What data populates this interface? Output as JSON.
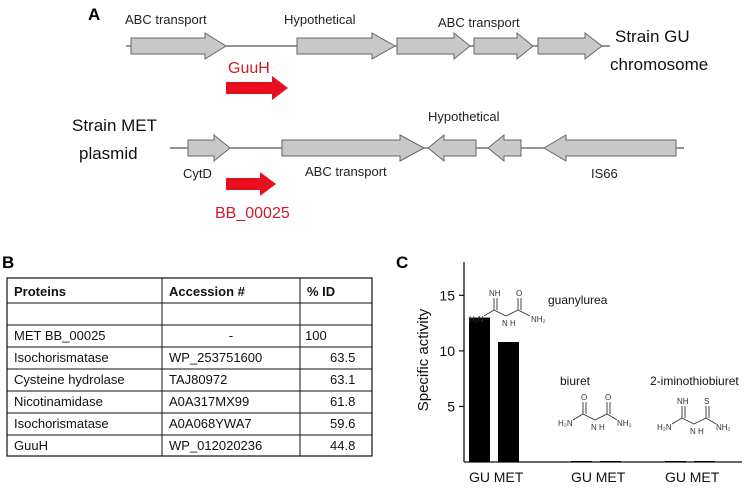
{
  "panel_a": {
    "letter": "A",
    "top_row": {
      "labels": [
        "ABC transport",
        "Hypothetical",
        "ABC transport"
      ],
      "strain_line1": "Strain GU",
      "strain_line2": "chromosome",
      "highlight_gene": "GuuH"
    },
    "bottom_row": {
      "strain_line1": "Strain MET",
      "strain_line2": "plasmid",
      "labels": [
        "Hypothetical",
        "CytD",
        "ABC transport",
        "IS66"
      ],
      "highlight_gene": "BB_00025"
    },
    "colors": {
      "gene_fill": "#c8c8c8",
      "highlight": "#e8101e",
      "highlight_text": "#d11a2a"
    }
  },
  "panel_b": {
    "letter": "B",
    "headers": [
      "Proteins",
      "Accession #",
      "% ID"
    ],
    "rows": [
      [
        "",
        "",
        ""
      ],
      [
        "MET BB_00025",
        "-",
        "100"
      ],
      [
        "Isochorismatase",
        "WP_253751600",
        "63.5"
      ],
      [
        "Cysteine hydrolase",
        "TAJ80972",
        "63.1"
      ],
      [
        "Nicotinamidase",
        "A0A317MX99",
        "61.8"
      ],
      [
        "Isochorismatase",
        "A0A068YWA7",
        "59.6"
      ],
      [
        "GuuH",
        "WP_012020236",
        "44.8"
      ]
    ]
  },
  "panel_c": {
    "letter": "C",
    "chart_data": {
      "type": "bar",
      "ylabel": "Specific activity",
      "yticks": [
        5,
        10,
        15
      ],
      "ylim": [
        0,
        18
      ],
      "groups": [
        {
          "substrate": "guanylurea",
          "categories": [
            "GU",
            "MET"
          ],
          "values": [
            13.0,
            10.8
          ]
        },
        {
          "substrate": "biuret",
          "categories": [
            "GU",
            "MET"
          ],
          "values": [
            0,
            0
          ]
        },
        {
          "substrate": "2-iminothiobiuret",
          "categories": [
            "GU",
            "MET"
          ],
          "values": [
            0,
            0
          ]
        }
      ]
    },
    "structure_atoms": {
      "guanylurea": {
        "nh": "NH",
        "h2n": "H₂N",
        "n_h": "N\nH",
        "o": "O",
        "nh2": "NH₂"
      },
      "biuret": {
        "o1": "O",
        "o2": "O",
        "h2n": "H₂N",
        "n_h": "N\nH",
        "nh2": "NH₂"
      },
      "iminothiobiuret": {
        "nh": "NH",
        "s": "S",
        "h2n": "H₂N",
        "n_h": "N\nH",
        "nh2": "NH₂"
      }
    }
  }
}
